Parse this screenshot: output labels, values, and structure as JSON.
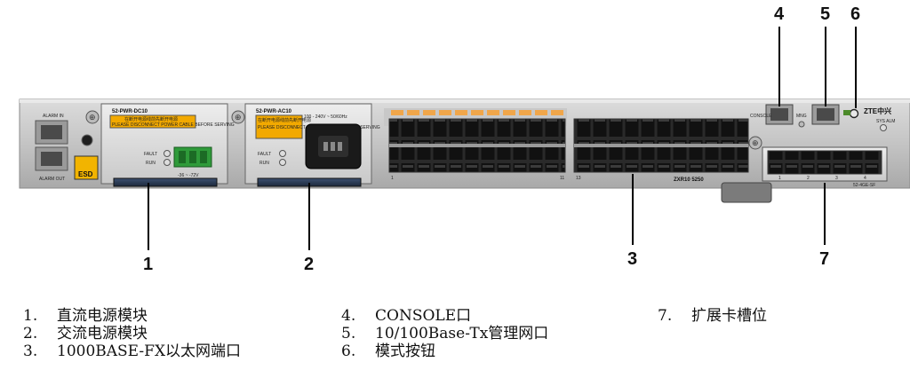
{
  "callouts": [
    "1",
    "2",
    "3",
    "4",
    "5",
    "6",
    "7"
  ],
  "panel": {
    "alarm_in": "ALARM IN",
    "alarm_out": "ALARM OUT",
    "esd": "ESD",
    "dc_module_name": "52-PWR-DC10",
    "dc_warning_cn": "在断开电源线前先断开电源",
    "dc_warning_en": "PLEASE DISCONNECT POWER CABLE BEFORE SERVING",
    "dc_voltage": "-36 ~ -72V",
    "ac_module_name": "52-PWR-AC10",
    "ac_warning_cn": "在断开电源线前先断开电源",
    "ac_warning_en": "PLEASE DISCONNECT POWER CABLE BEFORE SERVING",
    "ac_voltage": "100 - 240V ~ 50/60Hz",
    "fault": "FAULT",
    "run": "RUN",
    "console": "CONSOLE",
    "mng": "MNG",
    "sys_alm": "SYS ALM",
    "brand": "ZTE中兴",
    "model": "ZXR10 5250",
    "exp_module": "52-4GE-SF",
    "port_first": "1",
    "port_11": "11",
    "port_13": "13",
    "exp_ports": [
      "1",
      "2",
      "3",
      "4"
    ]
  },
  "legend": [
    {
      "num": "1.",
      "text": "直流电源模块"
    },
    {
      "num": "2.",
      "text": "交流电源模块"
    },
    {
      "num": "3.",
      "text": "1000BASE-FX以太网端口"
    },
    {
      "num": "4.",
      "text": "CONSOLE口"
    },
    {
      "num": "5.",
      "text": "10/100Base-Tx管理网口"
    },
    {
      "num": "6.",
      "text": "模式按钮"
    },
    {
      "num": "7.",
      "text": "扩展卡槽位"
    }
  ]
}
